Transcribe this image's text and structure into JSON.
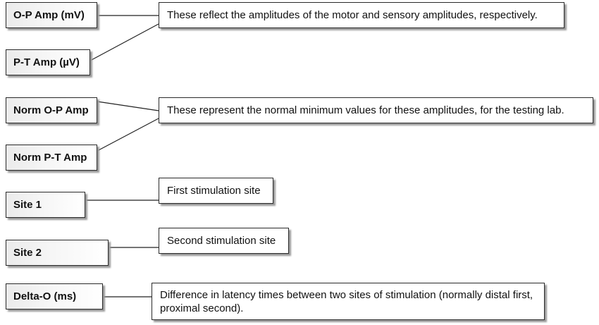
{
  "terms": {
    "op_amp": "O-P Amp (mV)",
    "pt_amp": "P-T Amp (µV)",
    "norm_op_amp": "Norm O-P Amp",
    "norm_pt_amp": "Norm P-T Amp",
    "site1": "Site 1",
    "site2": "Site 2",
    "delta_o": "Delta-O (ms)"
  },
  "descriptions": {
    "amplitudes": "These reflect the amplitudes of the motor and sensory amplitudes, respectively.",
    "normal_minimums": "These represent the normal minimum values for these amplitudes, for the testing lab.",
    "site1": "First stimulation site",
    "site2": "Second stimulation site",
    "delta_o": "Difference in latency times between two sites of stimulation (normally distal first, proximal second)."
  }
}
